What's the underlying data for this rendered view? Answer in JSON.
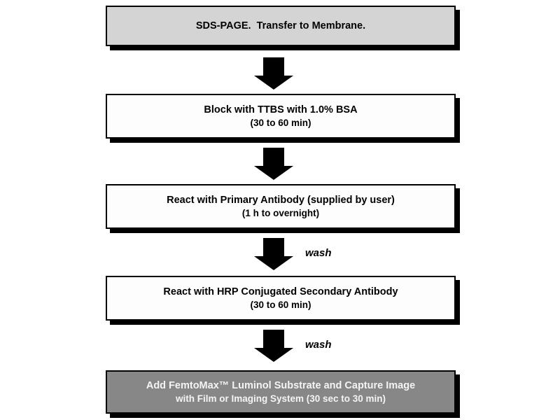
{
  "flowchart": {
    "steps": [
      {
        "line1": "SDS-PAGE.  Transfer to Membrane.",
        "line2": "",
        "variant": "gray"
      },
      {
        "line1": "Block with TTBS with 1.0% BSA",
        "line2": "(30 to 60 min)",
        "variant": "white"
      },
      {
        "line1": "React with Primary Antibody (supplied by user)",
        "line2": "(1 h to overnight)",
        "variant": "white"
      },
      {
        "line1": "React with HRP Conjugated Secondary Antibody",
        "line2": "(30 to 60 min)",
        "variant": "white"
      },
      {
        "line1": "Add FemtoMax™ Luminol Substrate and Capture Image",
        "line2": "with Film or Imaging System (30 sec to 30 min)",
        "variant": "dark"
      }
    ],
    "connectors": [
      {
        "label": ""
      },
      {
        "label": ""
      },
      {
        "label": "wash"
      },
      {
        "label": "wash"
      }
    ],
    "colors": {
      "box_gray": "#d4d4d4",
      "box_white": "#fdfdfd",
      "box_dark": "#878787",
      "border": "#000000",
      "text_dark": "#000000",
      "text_light": "#f4f4f4",
      "background": "#ffffff"
    }
  }
}
